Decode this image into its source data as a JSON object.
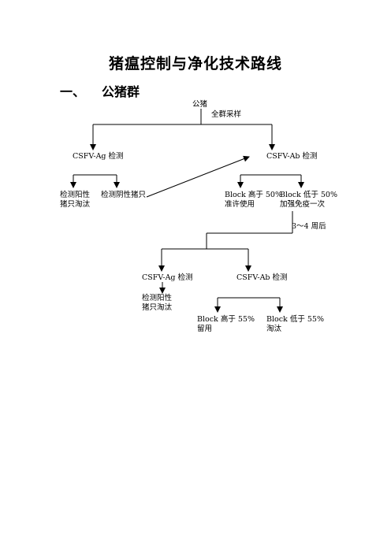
{
  "document": {
    "title": "猪瘟控制与净化技术路线",
    "section_number": "一、",
    "section_title": "公猪群"
  },
  "flowchart": {
    "root": "公猪",
    "sampling": "全群采样",
    "ag_test_1": "CSFV-Ag 检测",
    "ab_test_1": "CSFV-Ab 检测",
    "ag_positive_1": [
      "检测阳性",
      "猪只淘汰"
    ],
    "ag_negative_1": "检测阴性猪只",
    "block_high_50": [
      "Block 高于 50%",
      "准许使用"
    ],
    "block_low_50": [
      "Block 低于 50%",
      "加强免疫一次"
    ],
    "interval": "3～4 周后",
    "ag_test_2": "CSFV-Ag 检测",
    "ab_test_2": "CSFV-Ab 检测",
    "ag_positive_2": [
      "检测阳性",
      "猪只淘汰"
    ],
    "block_high_55": [
      "Block 高于 55%",
      "留用"
    ],
    "block_low_55": [
      "Block 低于 55%",
      "淘汰"
    ]
  }
}
